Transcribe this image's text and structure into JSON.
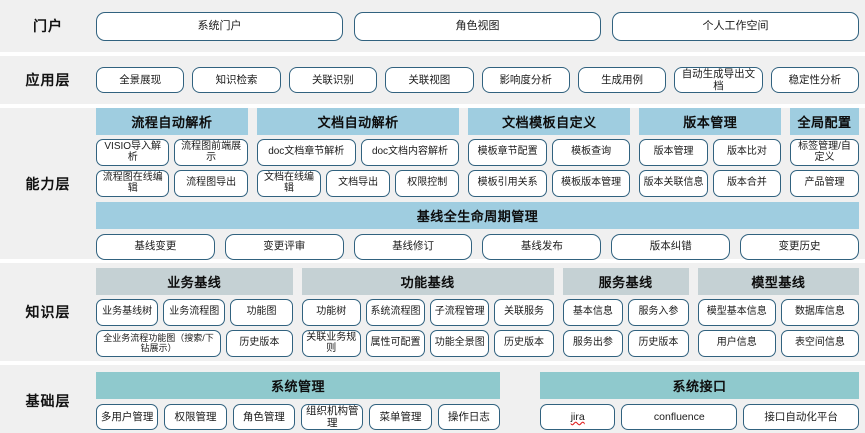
{
  "layers": [
    {
      "id": "portal",
      "label": "门户",
      "items": [
        "系统门户",
        "角色视图",
        "个人工作空间"
      ]
    },
    {
      "id": "application",
      "label": "应用层",
      "items": [
        "全景展现",
        "知识检索",
        "关联识别",
        "关联视图",
        "影响度分析",
        "生成用例",
        "自动生成导出文档",
        "稳定性分析"
      ]
    },
    {
      "id": "capability",
      "label": "能力层",
      "groups": [
        {
          "title": "流程自动解析",
          "flex": 150,
          "rows": [
            [
              "VISIO导入解析",
              "流程图前端展示"
            ],
            [
              "流程图在线编辑",
              "流程图导出"
            ]
          ]
        },
        {
          "title": "文档自动解析",
          "flex": 200,
          "rows": [
            [
              "doc文档章节解析",
              "doc文档内容解析"
            ],
            [
              "文档在线编辑",
              "文档导出",
              "权限控制"
            ]
          ]
        },
        {
          "title": "文档模板自定义",
          "flex": 160,
          "rows": [
            [
              "模板章节配置",
              "模板查询"
            ],
            [
              "模板引用关系",
              "模板版本管理"
            ]
          ]
        },
        {
          "title": "版本管理",
          "flex": 140,
          "rows": [
            [
              "版本管理",
              "版本比对"
            ],
            [
              "版本关联信息",
              "版本合并"
            ]
          ]
        },
        {
          "title": "全局配置",
          "flex": 68,
          "rows": [
            [
              "标签管理/自定义"
            ],
            [
              "产品管理"
            ]
          ]
        }
      ],
      "baseline": {
        "title": "基线全生命周期管理",
        "items": [
          "基线变更",
          "变更评审",
          "基线修订",
          "基线发布",
          "版本纠错",
          "变更历史"
        ]
      }
    },
    {
      "id": "knowledge",
      "label": "知识层",
      "groups": [
        {
          "title": "业务基线",
          "flex": 195,
          "rows": [
            [
              "业务基线树",
              "业务流程图",
              "功能图"
            ],
            [
              "全业务流程功能图（搜索/下钻展示）",
              "历史版本"
            ]
          ]
        },
        {
          "title": "功能基线",
          "flex": 250,
          "rows": [
            [
              "功能树",
              "系统流程图",
              "子流程管理",
              "关联服务"
            ],
            [
              "关联业务规则",
              "属性可配置",
              "功能全景图",
              "历史版本"
            ]
          ]
        },
        {
          "title": "服务基线",
          "flex": 125,
          "rows": [
            [
              "基本信息",
              "服务入参"
            ],
            [
              "服务出参",
              "历史版本"
            ]
          ]
        },
        {
          "title": "模型基线",
          "flex": 160,
          "rows": [
            [
              "模型基本信息",
              "数据库信息"
            ],
            [
              "用户信息",
              "表空间信息"
            ]
          ]
        }
      ]
    },
    {
      "id": "base",
      "label": "基础层",
      "groups": [
        {
          "title": "系统管理",
          "flex": 380,
          "items": [
            "多用户管理",
            "权限管理",
            "角色管理",
            "组织机构管理",
            "菜单管理",
            "操作日志"
          ]
        },
        {
          "title": "系统接口",
          "flex": 300,
          "items": [
            "jira",
            "confluence",
            "接口自动化平台"
          ],
          "misspelled_index": 0
        }
      ]
    }
  ],
  "colors": {
    "band_background": "#f0f0f0",
    "pill_border": "#31627f",
    "capability_header": "#9fcde0",
    "knowledge_header": "#c5d1d4",
    "base_header": "#8fc9cd",
    "text": "#111111",
    "page_background": "#ffffff"
  }
}
